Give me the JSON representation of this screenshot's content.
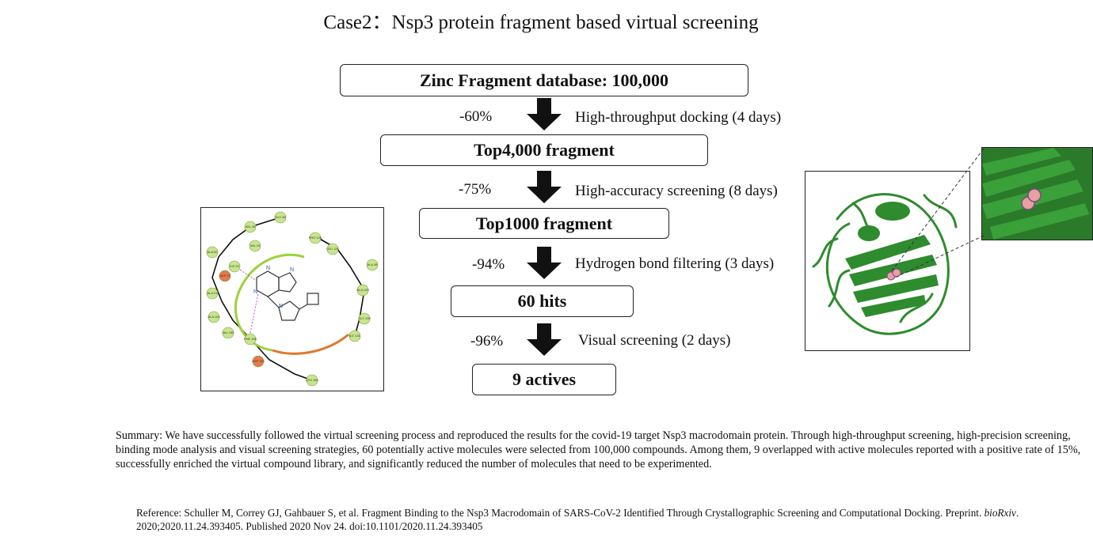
{
  "title": "Case2：Nsp3 protein fragment based virtual screening",
  "flow": {
    "boxes": [
      {
        "label": "Zinc Fragment database: 100,000"
      },
      {
        "label": "Top4,000 fragment"
      },
      {
        "label": "Top1000 fragment"
      },
      {
        "label": "60 hits"
      },
      {
        "label": "9 actives"
      }
    ],
    "steps": [
      {
        "percent": "-60%",
        "label": "High-throughput docking (4 days)"
      },
      {
        "percent": "-75%",
        "label": "High-accuracy screening (8 days)"
      },
      {
        "percent": "-94%",
        "label": "Hydrogen bond filtering (3 days)"
      },
      {
        "percent": "-96%",
        "label": "Visual screening (2 days)"
      }
    ]
  },
  "interaction_panel": {
    "residues": [
      "GLY 48",
      "VAL 49",
      "ALA 52",
      "VAL 24",
      "ILE 23",
      "ASP 22",
      "ALA 21",
      "ALA 154",
      "VAL 155",
      "PHE 156",
      "ASP 157",
      "LEU 160",
      "PRO 125",
      "LEU 126",
      "ALA 38",
      "ALA 129",
      "GLY 130",
      "ILE 131"
    ]
  },
  "colors": {
    "protein": "#2e8b2e",
    "ligand": "#e8a0a0",
    "hydrophobic_residue": "#c8e68c",
    "charged_residue": "#e87a4a",
    "pocket_line_green": "#9bd23c",
    "pocket_line_orange": "#e0782a"
  },
  "summary": "Summary: We have successfully followed the virtual screening process and reproduced the results for the covid-19 target Nsp3 macrodomain protein. Through high-throughput screening, high-precision screening, binding mode analysis and visual screening strategies, 60 potentially active molecules were selected from 100,000 compounds. Among them, 9 overlapped with active molecules reported with a positive rate of 15%, successfully enriched the virtual compound library, and significantly reduced the number of molecules that need to be experimented.",
  "reference": {
    "before_italic": "Reference: Schuller M, Correy GJ, Gahbauer S, et al. Fragment Binding to the Nsp3 Macrodomain of SARS-CoV-2 Identified Through Crystallographic Screening and Computational Docking. Preprint. ",
    "italic": "bioRxiv",
    "after_italic": ". 2020;2020.11.24.393405. Published 2020 Nov 24. doi:10.1101/2020.11.24.393405"
  }
}
